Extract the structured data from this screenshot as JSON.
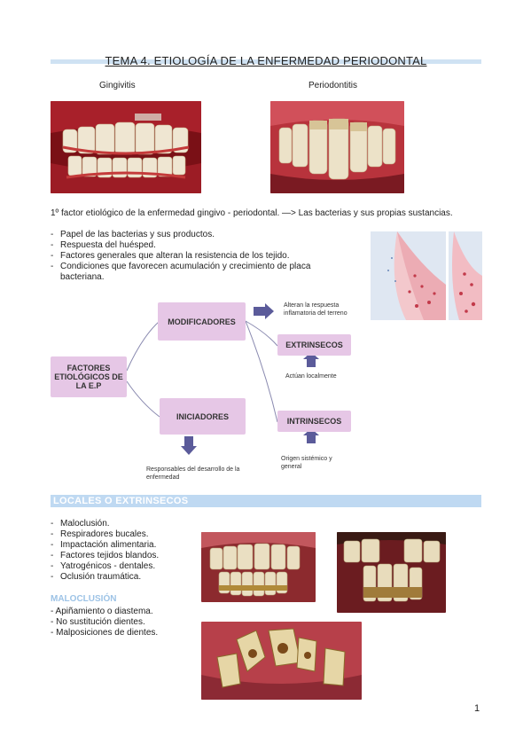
{
  "header": {
    "title": "TEMA 4. ETIOLOGÍA DE LA ENFERMEDAD PERIODONTAL"
  },
  "captions": {
    "left": "Gingivitis",
    "right": "Periodontitis"
  },
  "intro": {
    "paragraph": "1º factor etiológico de la enfermedad gingivo - periodontal. —> Las bacterias y sus propias sustancias.",
    "items": [
      "Papel de las bacterias y sus productos.",
      "Respuesta del huésped.",
      "Factores generales que alteran la resistencia de los tejido.",
      "Condiciones que favorecen acumulación y crecimiento de placa bacteriana."
    ]
  },
  "diagram": {
    "root": "FACTORES ETIOLÓGICOS DE LA E.P",
    "modificadores": "MODIFICADORES",
    "iniciadores": "INICIADORES",
    "extrinsecos": "EXTRINSECOS",
    "intrinsecos": "INTRINSECOS",
    "note_modificadores": "Alteran la respuesta inflamatoria del terreno",
    "note_extrinsecos": "Actúan localmente",
    "note_intrinsecos": "Origen sistémico y general",
    "note_iniciadores": "Responsables del desarrollo de la enfermedad"
  },
  "section": {
    "title": "LOCALES O EXTRINSECOS",
    "items": [
      "Maloclusión.",
      "Respiradores bucales.",
      "Impactación alimentaria.",
      "Factores tejidos blandos.",
      "Yatrogénicos - dentales.",
      "Oclusión traumática."
    ],
    "subtitle": "MALOCLUSIÓN",
    "sub_items": [
      "- Apiñamiento o diastema.",
      "- No sustitución dientes.",
      "- Malposiciones de dientes."
    ]
  },
  "footer": {
    "page_number": "1"
  },
  "colors": {
    "box_fill": "#e6c7e6",
    "arrow": "#5b5b9a",
    "title_highlight": "#cfe2f3",
    "section_bar": "#bfd9f2",
    "subtitle": "#9dc3e6"
  }
}
